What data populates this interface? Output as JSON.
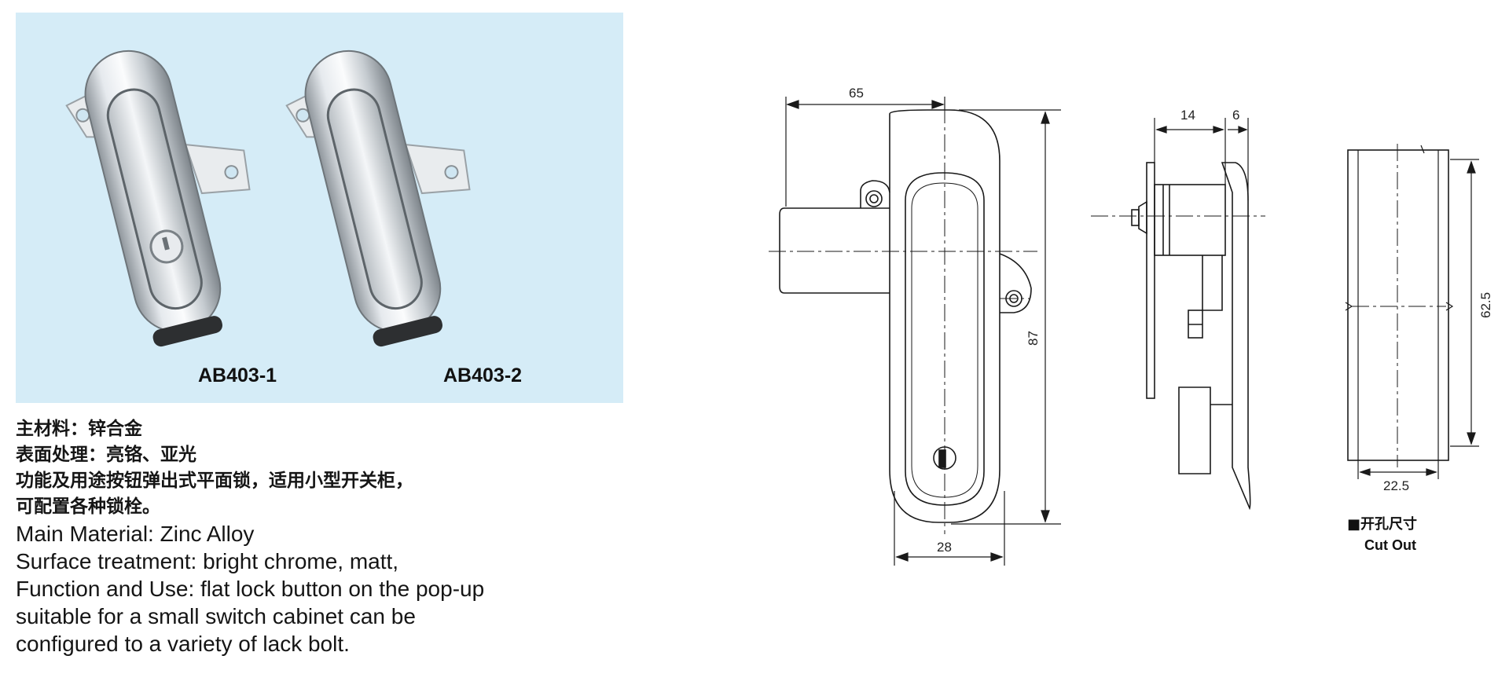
{
  "products": {
    "models": [
      "AB403-1",
      "AB403-2"
    ]
  },
  "specs": {
    "zh_lines": [
      "主材料：锌合金",
      "表面处理：亮铬、亚光",
      "功能及用途按钮弹出式平面锁，适用小型开关柜，",
      "可配置各种锁栓。"
    ],
    "en_lines": [
      "Main Material: Zinc Alloy",
      "Surface treatment: bright chrome, matt,",
      "Function and Use: flat lock button on the pop-up",
      "suitable for a small switch cabinet can be",
      "configured to a variety of lack bolt."
    ]
  },
  "drawing": {
    "dimensions": {
      "width_65": "65",
      "height_87": "87",
      "width_28": "28",
      "depth_14": "14",
      "depth_6": "6",
      "cutout_height": "62.5",
      "cutout_width": "22.5"
    },
    "cutout_caption_zh": "■开孔尺寸",
    "cutout_caption_en": "Cut Out"
  },
  "colors": {
    "panel_background": "#d5ecf7",
    "text": "#111111"
  }
}
